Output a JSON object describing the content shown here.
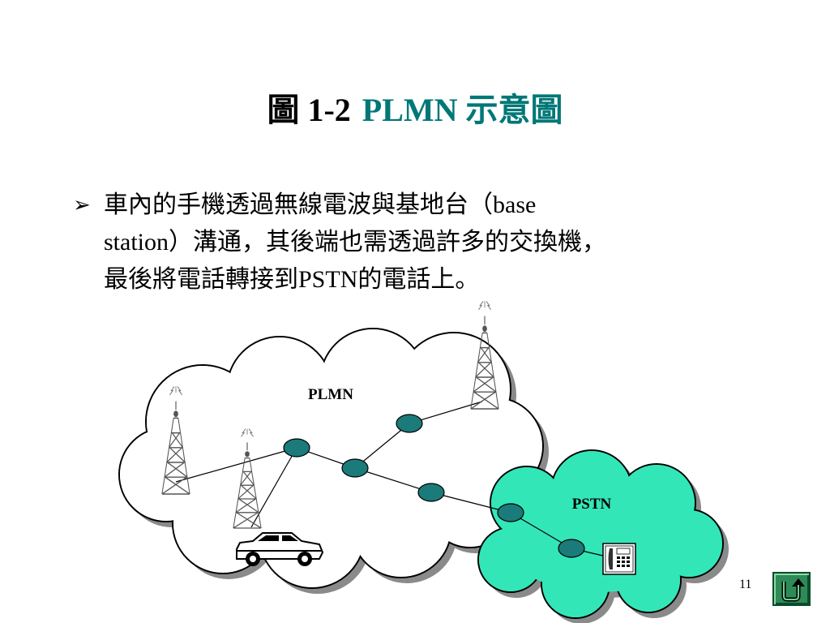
{
  "slide": {
    "title_prefix": "圖 1-2",
    "title_accent": "PLMN 示意圖",
    "bullet_lines": [
      "車內的手機透過無線電波與基地台（base",
      "station）溝通，其後端也需透過許多的交換機，",
      "最後將電話轉接到PSTN的電話上。"
    ],
    "page_number": "11"
  },
  "diagram": {
    "plmn_label": "PLMN",
    "pstn_label": "PSTN",
    "colors": {
      "node": "#1b7a7a",
      "pstn_cloud": "#33e6b8",
      "cloud_shadow": "#8a8a8a",
      "title_accent": "#007777"
    },
    "icons": [
      "antenna-tower-icon",
      "car-icon",
      "telephone-icon",
      "return-arrow-icon"
    ]
  }
}
